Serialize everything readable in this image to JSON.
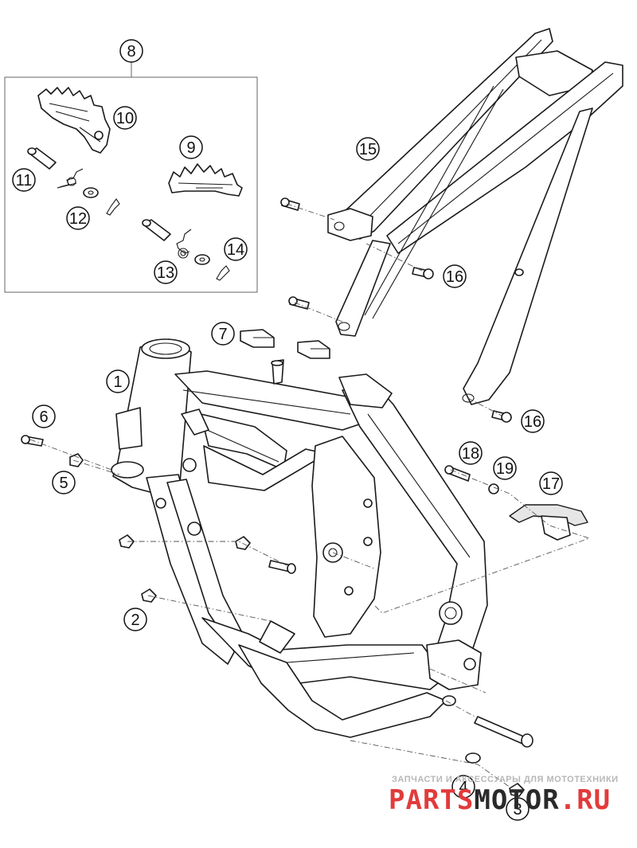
{
  "callouts": [
    {
      "id": "1",
      "label": "1"
    },
    {
      "id": "2",
      "label": "2"
    },
    {
      "id": "3",
      "label": "3"
    },
    {
      "id": "4",
      "label": "4"
    },
    {
      "id": "5",
      "label": "5"
    },
    {
      "id": "6",
      "label": "6"
    },
    {
      "id": "7",
      "label": "7"
    },
    {
      "id": "8",
      "label": "8"
    },
    {
      "id": "9",
      "label": "9"
    },
    {
      "id": "10",
      "label": "10"
    },
    {
      "id": "11",
      "label": "11"
    },
    {
      "id": "12",
      "label": "12"
    },
    {
      "id": "13",
      "label": "13"
    },
    {
      "id": "14",
      "label": "14"
    },
    {
      "id": "15",
      "label": "15"
    },
    {
      "id": "16a",
      "label": "16"
    },
    {
      "id": "16b",
      "label": "16"
    },
    {
      "id": "17",
      "label": "17"
    },
    {
      "id": "18",
      "label": "18"
    },
    {
      "id": "19",
      "label": "19"
    }
  ],
  "watermark": {
    "tagline": "ЗАПЧАСТИ И АКСЕССУАРЫ ДЛЯ МОТОТЕХНИКИ",
    "logo_part1": "PARTS",
    "logo_part2": "MOTOR",
    "logo_part3": ".RU",
    "colors": {
      "red": "#e23b3b",
      "dark": "#2a2a2a",
      "grey": "#b7b7b7"
    }
  }
}
